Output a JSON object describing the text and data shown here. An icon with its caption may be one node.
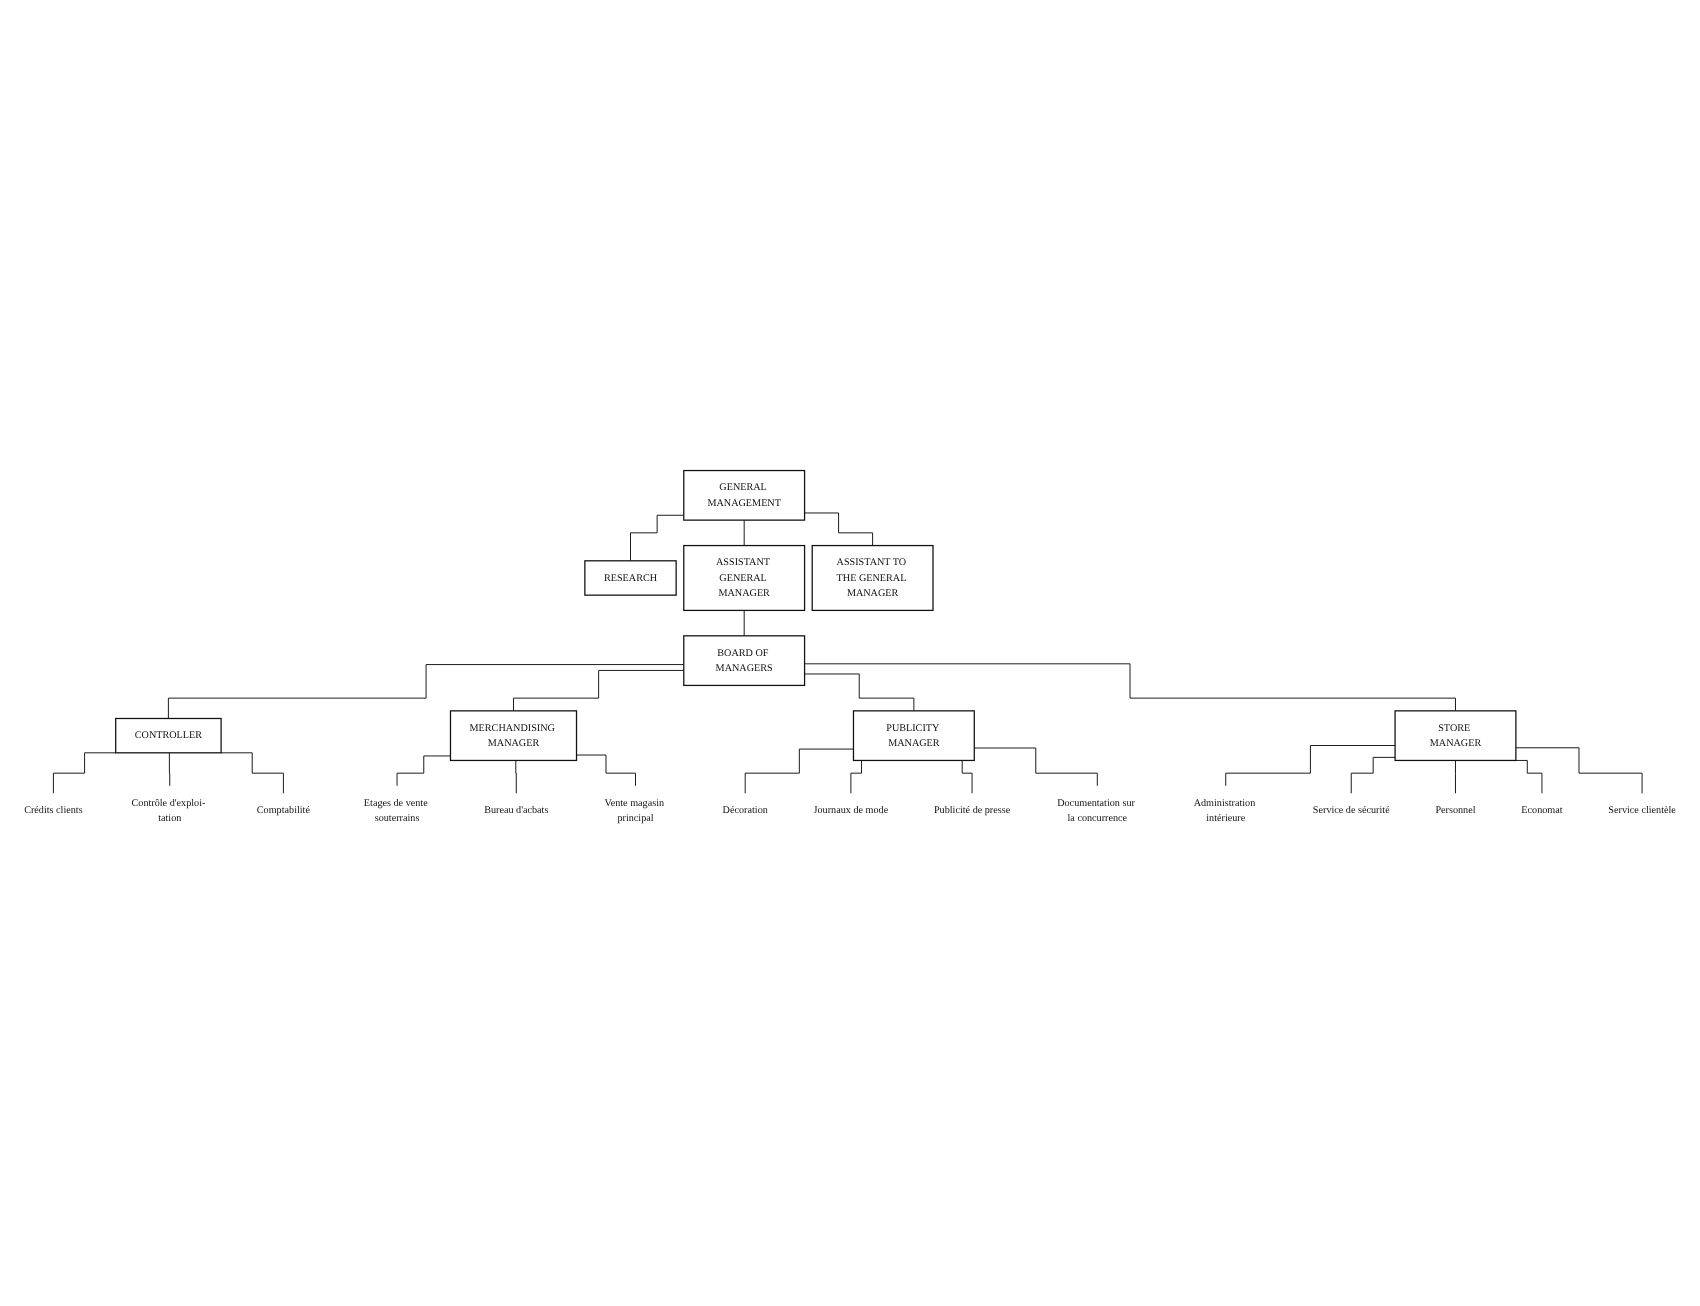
{
  "diagram": {
    "nodes": [
      {
        "text": [
          "GENERAL MANAGEMENT"
        ]
      },
      {
        "text": [
          "RESEARCH"
        ]
      },
      {
        "text": [
          "ASSISTANT GENERAL MANAGER"
        ]
      },
      {
        "text": [
          "ASSISTANT TO THE GENERAL MANAGER"
        ]
      },
      {
        "text": [
          "BOARD OF MANAGERS"
        ]
      },
      {
        "text": [
          "CONTROLLER"
        ]
      },
      {
        "text": [
          "MERCHANDISING MANAGER"
        ]
      },
      {
        "text": [
          "PUBLICITY MANAGER"
        ]
      },
      {
        "text": [
          "STORE MANAGER"
        ]
      },
      {
        "text": [
          "Crédits clients"
        ]
      },
      {
        "text": [
          "Contrôle d'exploi- tation"
        ]
      },
      {
        "text": [
          "Comptabilité"
        ]
      },
      {
        "text": [
          "Etages de vente souterrains"
        ]
      },
      {
        "text": [
          "Bureau d'acbats"
        ]
      },
      {
        "text": [
          "Vente magasin principal"
        ]
      },
      {
        "text": [
          "Décoration"
        ]
      },
      {
        "text": [
          "Journaux de mode"
        ]
      },
      {
        "text": [
          "Publicité de presse"
        ]
      },
      {
        "text": [
          "Documentation sur la concurrence"
        ]
      },
      {
        "text": [
          "Administration intérieure"
        ]
      },
      {
        "text": [
          "Service de sécurité"
        ]
      },
      {
        "text": [
          "Personnel"
        ]
      },
      {
        "text": [
          "Economat"
        ]
      },
      {
        "text": [
          "Service clientèle"
        ]
      }
    ],
    "edges": [
      {
        "from": 0,
        "to": 1,
        "arrow": "none"
      },
      {
        "from": 0,
        "to": 2,
        "arrow": "none"
      },
      {
        "from": 0,
        "to": 3,
        "arrow": "none"
      },
      {
        "from": 2,
        "to": 4,
        "arrow": "none"
      },
      {
        "from": 4,
        "to": 5,
        "arrow": "none"
      },
      {
        "from": 4,
        "to": 6,
        "arrow": "none"
      },
      {
        "from": 4,
        "to": 7,
        "arrow": "none"
      },
      {
        "from": 4,
        "to": 8,
        "arrow": "none"
      },
      {
        "from": 5,
        "to": 9,
        "arrow": "none"
      },
      {
        "from": 5,
        "to": 10,
        "arrow": "none"
      },
      {
        "from": 5,
        "to": 11,
        "arrow": "none"
      },
      {
        "from": 6,
        "to": 12,
        "arrow": "none"
      },
      {
        "from": 6,
        "to": 13,
        "arrow": "none"
      },
      {
        "from": 6,
        "to": 14,
        "arrow": "none"
      },
      {
        "from": 7,
        "to": 15,
        "arrow": "none"
      },
      {
        "from": 7,
        "to": 16,
        "arrow": "none"
      },
      {
        "from": 7,
        "to": 17,
        "arrow": "none"
      },
      {
        "from": 7,
        "to": 18,
        "arrow": "none"
      },
      {
        "from": 8,
        "to": 19,
        "arrow": "none"
      },
      {
        "from": 8,
        "to": 20,
        "arrow": "none"
      },
      {
        "from": 8,
        "to": 21,
        "arrow": "none"
      },
      {
        "from": 8,
        "to": 22,
        "arrow": "none"
      },
      {
        "from": 8,
        "to": 23,
        "arrow": "none"
      }
    ]
  }
}
